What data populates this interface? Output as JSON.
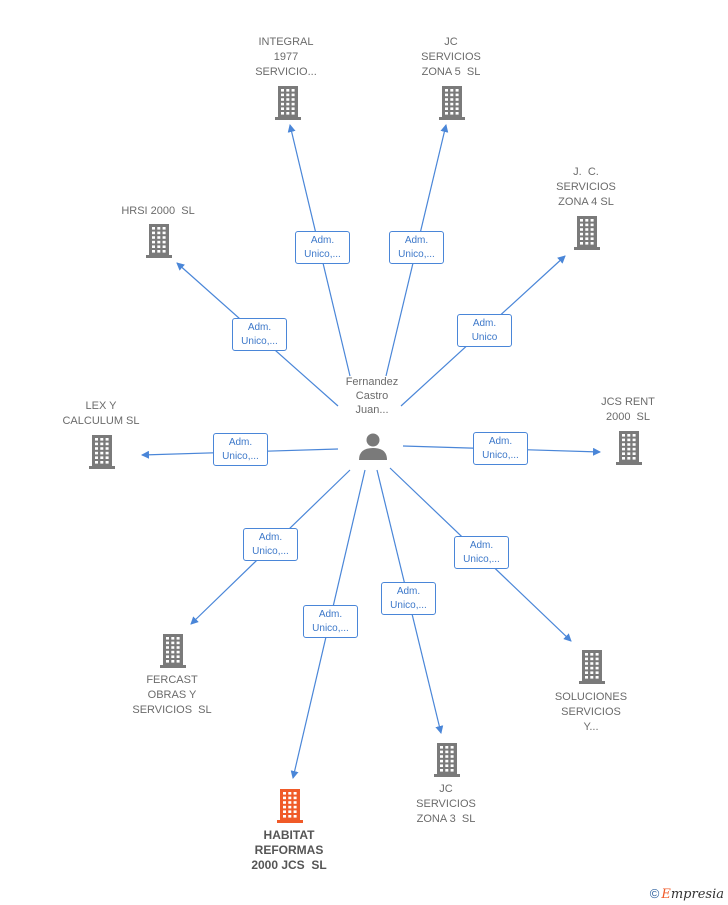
{
  "center": {
    "label_lines": [
      "Fernandez",
      "Castro",
      "Juan..."
    ],
    "icon": "person-icon"
  },
  "colors": {
    "edge": "#4a86d8",
    "building": "#7a7a7a",
    "highlight": "#f05a28",
    "person": "#7a7a7a"
  },
  "nodes": [
    {
      "id": "integral-1977",
      "label_lines": [
        "INTEGRAL",
        "1977",
        "SERVICIO..."
      ],
      "edge_label_lines": [
        "Adm.",
        "Unico,..."
      ],
      "highlight": false
    },
    {
      "id": "jc-zona-5",
      "label_lines": [
        "JC",
        "SERVICIOS",
        "ZONA 5  SL"
      ],
      "edge_label_lines": [
        "Adm.",
        "Unico,..."
      ],
      "highlight": false
    },
    {
      "id": "jc-zona-4",
      "label_lines": [
        "J.  C.",
        "SERVICIOS",
        "ZONA 4 SL"
      ],
      "edge_label_lines": [
        "Adm.",
        "Unico"
      ],
      "highlight": false
    },
    {
      "id": "hrsi-2000",
      "label_lines": [
        "HRSI 2000  SL"
      ],
      "edge_label_lines": [
        "Adm.",
        "Unico,..."
      ],
      "highlight": false
    },
    {
      "id": "lex-calculum",
      "label_lines": [
        "LEX Y",
        "CALCULUM SL"
      ],
      "edge_label_lines": [
        "Adm.",
        "Unico,..."
      ],
      "highlight": false
    },
    {
      "id": "jcs-rent-2000",
      "label_lines": [
        "JCS RENT",
        "2000  SL"
      ],
      "edge_label_lines": [
        "Adm.",
        "Unico,..."
      ],
      "highlight": false
    },
    {
      "id": "fercast",
      "label_lines": [
        "FERCAST",
        "OBRAS Y",
        "SERVICIOS  SL"
      ],
      "edge_label_lines": [
        "Adm.",
        "Unico,..."
      ],
      "highlight": false
    },
    {
      "id": "habitat-reformas",
      "label_lines": [
        "HABITAT",
        "REFORMAS",
        "2000 JCS  SL"
      ],
      "edge_label_lines": [
        "Adm.",
        "Unico,..."
      ],
      "highlight": true
    },
    {
      "id": "jc-zona-3",
      "label_lines": [
        "JC",
        "SERVICIOS",
        "ZONA 3  SL"
      ],
      "edge_label_lines": [
        "Adm.",
        "Unico,..."
      ],
      "highlight": false
    },
    {
      "id": "soluciones-servicios",
      "label_lines": [
        "SOLUCIONES",
        "SERVICIOS",
        "Y..."
      ],
      "edge_label_lines": [
        "Adm.",
        "Unico,..."
      ],
      "highlight": false
    }
  ],
  "watermark": {
    "symbol": "©",
    "brand_initial": "E",
    "brand_rest": "mpresia"
  }
}
